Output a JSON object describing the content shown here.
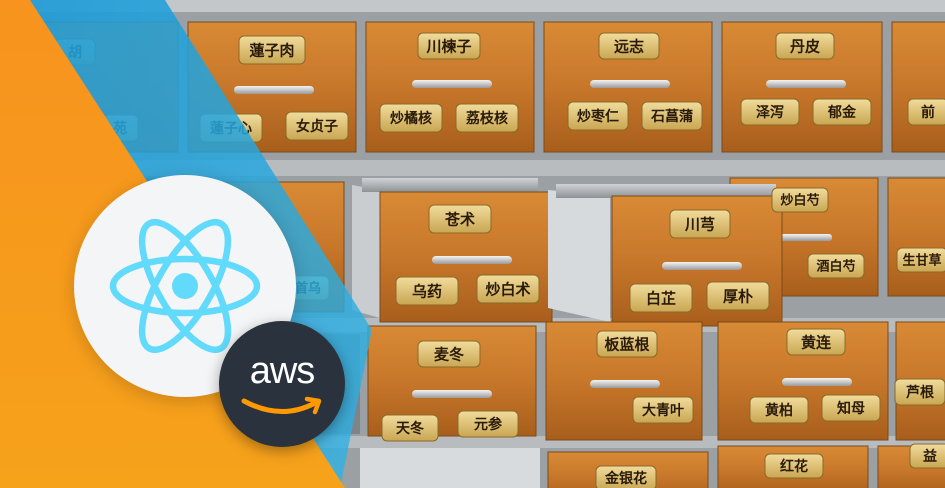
{
  "colors": {
    "orange_top": "#f7931e",
    "orange_bottom": "#f6a21b",
    "blue": "#27a7df",
    "react_blue": "#61dafb",
    "aws_dark": "#2a323d",
    "aws_orange": "#ff9900",
    "wood": "#c9782a",
    "brass": "#d8b86a"
  },
  "logos": {
    "react": {
      "icon": "react-atom-icon"
    },
    "aws": {
      "icon": "aws-smile-icon",
      "word": "aws"
    }
  },
  "drawer_labels": [
    "胡",
    "蓮子肉",
    "川楝子",
    "远志",
    "丹皮",
    "苑",
    "蓮子心",
    "女贞子",
    "炒橘核",
    "荔枝核",
    "炒枣仁",
    "石菖蒲",
    "泽泻",
    "郁金",
    "前",
    "苍术",
    "川芎",
    "炒白芍",
    "乌药",
    "炒白术",
    "酒白芍",
    "生甘草",
    "白芷",
    "厚朴",
    "首乌",
    "麦冬",
    "板蓝根",
    "黄连",
    "黄柏",
    "知母",
    "天冬",
    "元参",
    "大青叶",
    "芦根",
    "金银花",
    "红花",
    "益"
  ]
}
